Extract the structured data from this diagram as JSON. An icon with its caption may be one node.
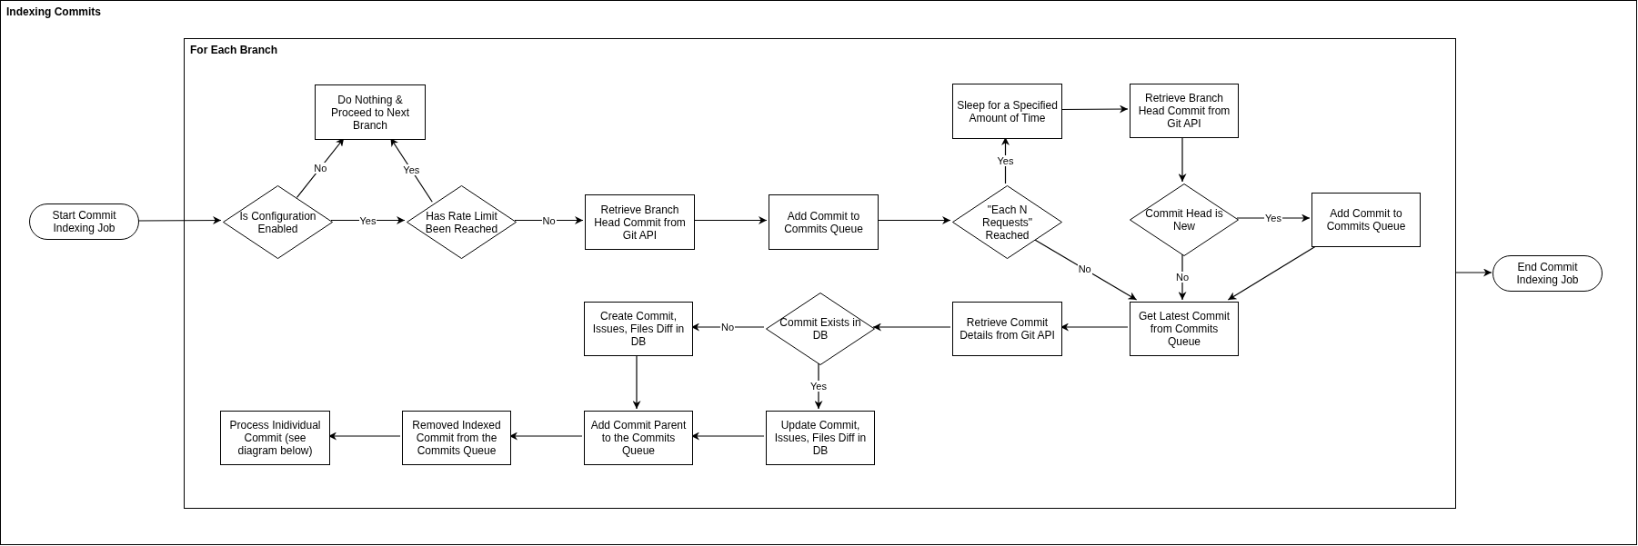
{
  "diagram": {
    "nodes": [
      {
        "text": [
          "Indexing Commits"
        ]
      },
      {
        "text": [
          "Start Commit Indexing Job"
        ],
        "in": 0
      },
      {
        "text": [
          "For Each Branch"
        ],
        "in": 0
      },
      {
        "text": [
          "Is Configuration Enabled"
        ],
        "in": 2
      },
      {
        "text": [
          "Do Nothing & Proceed to Next Branch"
        ],
        "in": 2
      },
      {
        "text": [
          "Has Rate Limit Been Reached"
        ],
        "in": 2
      },
      {
        "text": [
          "Retrieve Branch Head Commit from Git API"
        ],
        "in": 2
      },
      {
        "text": [
          "Add Commit to Commits Queue"
        ],
        "in": 2
      },
      {
        "text": [
          "Sleep for a Specified Amount of Time"
        ],
        "in": 2
      },
      {
        "text": [
          "\"Each N Requests\" Reached"
        ],
        "in": 2
      },
      {
        "text": [
          "Retrieve Branch Head Commit from Git API"
        ],
        "in": 2
      },
      {
        "text": [
          "Commit Head is New"
        ],
        "in": 2
      },
      {
        "text": [
          "Add Commit to Commits Queue"
        ],
        "in": 2
      },
      {
        "text": [
          "Get Latest Commit from Commits Queue"
        ],
        "in": 2
      },
      {
        "text": [
          "Retrieve Commit Details from Git API"
        ],
        "in": 2
      },
      {
        "text": [
          "Commit Exists in DB"
        ],
        "in": 2
      },
      {
        "text": [
          "Create Commit, Issues, Files Diff in DB"
        ],
        "in": 2
      },
      {
        "text": [
          "Update Commit, Issues, Files Diff in DB"
        ],
        "in": 2
      },
      {
        "text": [
          "Add Commit Parent to the Commits Queue"
        ],
        "in": 2
      },
      {
        "text": [
          "Removed Indexed Commit from the Commits Queue"
        ],
        "in": 2
      },
      {
        "text": [
          "Process Inidividual Commit (see diagram below)"
        ],
        "in": 2
      },
      {
        "text": [
          "End Commit Indexing Job"
        ],
        "in": 0
      }
    ],
    "edges": [
      {
        "from": 1,
        "to": 3,
        "arrow": "to"
      },
      {
        "from": 3,
        "to": 4,
        "arrow": "to",
        "label": "No"
      },
      {
        "from": 3,
        "to": 5,
        "arrow": "to",
        "label": "Yes"
      },
      {
        "from": 5,
        "to": 4,
        "arrow": "to",
        "label": "Yes"
      },
      {
        "from": 5,
        "to": 6,
        "arrow": "to",
        "label": "No"
      },
      {
        "from": 6,
        "to": 7,
        "arrow": "to"
      },
      {
        "from": 7,
        "to": 9,
        "arrow": "to"
      },
      {
        "from": 9,
        "to": 8,
        "arrow": "to",
        "label": "Yes"
      },
      {
        "from": 8,
        "to": 10,
        "arrow": "to"
      },
      {
        "from": 9,
        "to": 13,
        "arrow": "to",
        "label": "No"
      },
      {
        "from": 10,
        "to": 11,
        "arrow": "to"
      },
      {
        "from": 11,
        "to": 12,
        "arrow": "to",
        "label": "Yes"
      },
      {
        "from": 11,
        "to": 13,
        "arrow": "to",
        "label": "No"
      },
      {
        "from": 12,
        "to": 13,
        "arrow": "to"
      },
      {
        "from": 13,
        "to": 14,
        "arrow": "to"
      },
      {
        "from": 14,
        "to": 15,
        "arrow": "to"
      },
      {
        "from": 15,
        "to": 16,
        "arrow": "to",
        "label": "No"
      },
      {
        "from": 15,
        "to": 17,
        "arrow": "to",
        "label": "Yes"
      },
      {
        "from": 16,
        "to": 18,
        "arrow": "to"
      },
      {
        "from": 17,
        "to": 18,
        "arrow": "to"
      },
      {
        "from": 18,
        "to": 19,
        "arrow": "to"
      },
      {
        "from": 19,
        "to": 20,
        "arrow": "to"
      },
      {
        "from": 2,
        "to": 21,
        "arrow": "to"
      }
    ]
  }
}
